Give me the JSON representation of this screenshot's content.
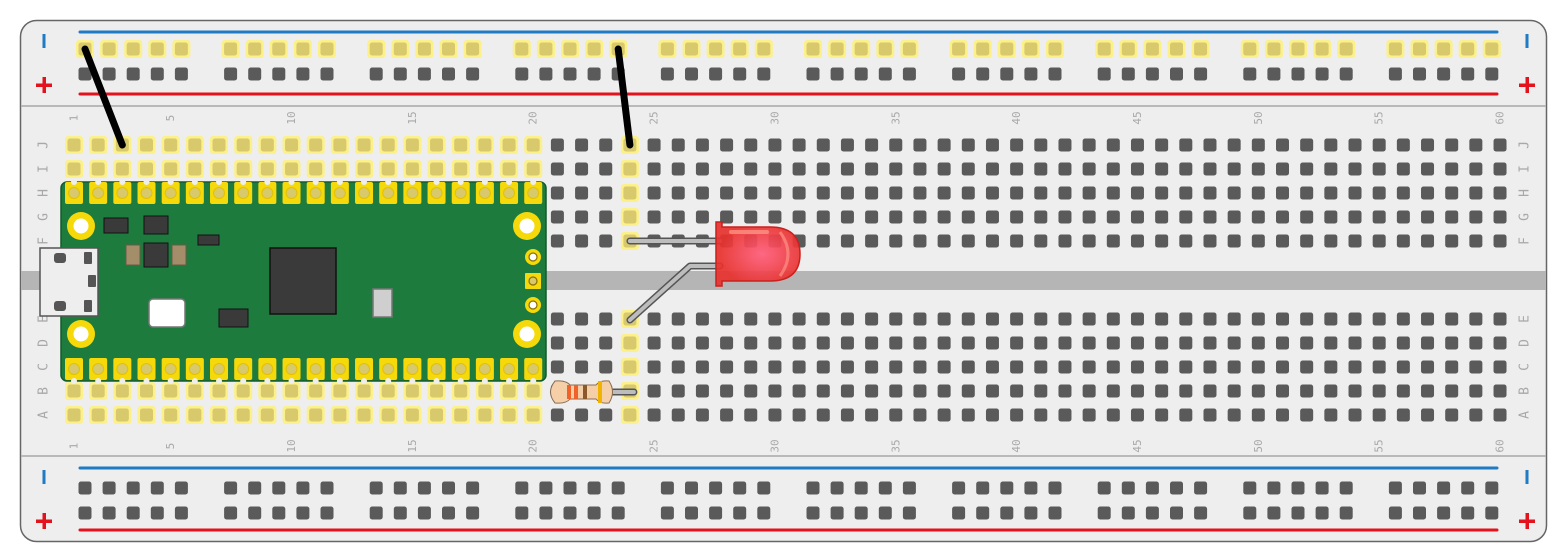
{
  "diagram": {
    "title": "Raspberry Pi Pico LED breadboard circuit",
    "breadboard": {
      "columns": 60,
      "rows_top": [
        "J",
        "I",
        "H",
        "G",
        "F"
      ],
      "rows_bottom": [
        "E",
        "D",
        "C",
        "B",
        "A"
      ],
      "column_labels": [
        "1",
        "5",
        "10",
        "15",
        "20",
        "25",
        "30",
        "35",
        "40",
        "45",
        "50",
        "55",
        "60"
      ],
      "rail_groups": 10,
      "rail_holes_per_group": 5,
      "rail_labels": {
        "negative": "I",
        "positive": "+"
      },
      "highlighted_columns": [
        1,
        2,
        3,
        4,
        5,
        6,
        7,
        8,
        9,
        10,
        11,
        12,
        13,
        14,
        15,
        16,
        17,
        18,
        19,
        20,
        24
      ]
    },
    "components": {
      "microcontroller": {
        "name": "Raspberry Pi Pico",
        "columns": [
          1,
          20
        ],
        "rows": [
          "H",
          "C"
        ],
        "pins_per_side": 20
      },
      "led": {
        "name": "Red LED",
        "color": "red",
        "anode": "F24",
        "cathode": "E24"
      },
      "resistor": {
        "name": "Resistor",
        "bands": [
          "orange",
          "orange",
          "brown",
          "gold"
        ],
        "from": "B21",
        "to": "B24"
      },
      "wires": [
        {
          "name": "ground-wire-1",
          "color": "black",
          "from": "top-rail-negative-1",
          "to": "J3"
        },
        {
          "name": "ground-wire-2",
          "color": "black",
          "from": "top-rail-negative-23",
          "to": "J24"
        }
      ]
    },
    "colors": {
      "board_bg": "#eeeeee",
      "board_border": "#666666",
      "hole": "#5a5a5a",
      "hole_highlight_outer": "#fbf08a",
      "hole_highlight_inner": "#d8c96d",
      "rail_negative": "#1f7bc4",
      "rail_positive": "#e3121c",
      "center_channel": "#b5b5b5",
      "pcb_green": "#1e7b3e",
      "pad_yellow": "#f5d90a",
      "wire": "#000000",
      "led_red": "#e8312d",
      "resistor_body": "#f5cfa8",
      "band_orange": "#f0622a",
      "band_brown": "#8a5a2b",
      "band_gold": "#f0b400"
    }
  }
}
